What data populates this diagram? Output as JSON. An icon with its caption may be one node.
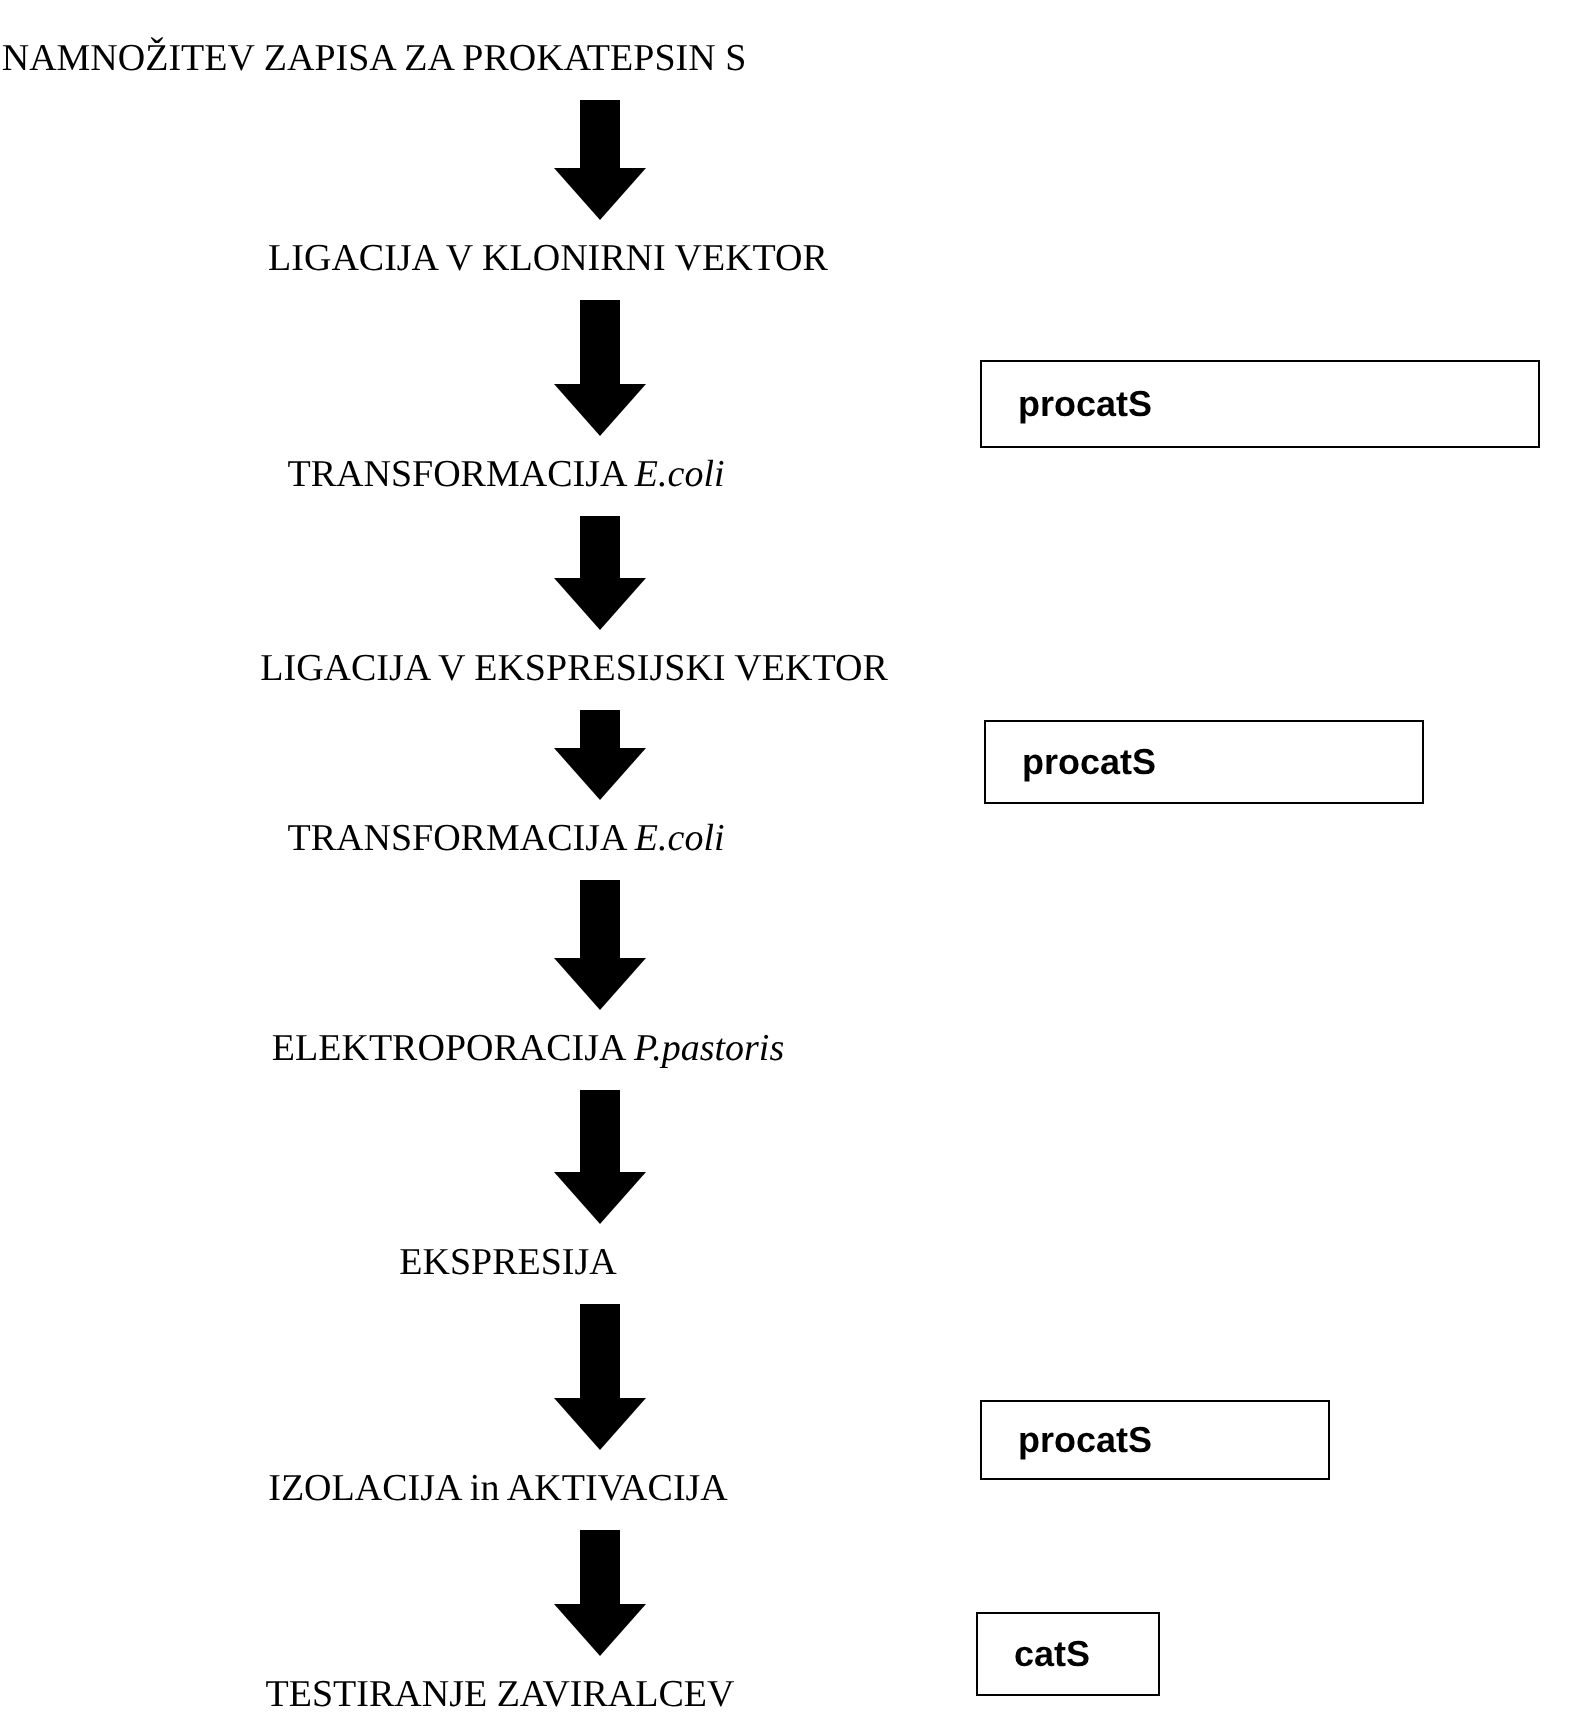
{
  "diagram": {
    "nodes": [
      {
        "text": [
          "NAMNOŽITEV ZAPISA ZA PROKATEPSIN S"
        ]
      },
      {
        "text": [
          "LIGACIJA V KLONIRNI VEKTOR"
        ]
      },
      {
        "text": [
          "TRANSFORMACIJA *E.coli*"
        ]
      },
      {
        "text": [
          "LIGACIJA V EKSPRESIJSKI VEKTOR"
        ]
      },
      {
        "text": [
          "TRANSFORMACIJA *E.coli*"
        ]
      },
      {
        "text": [
          "ELEKTROPORACIJA *P.pastoris*"
        ]
      },
      {
        "text": [
          "EKSPRESIJA"
        ]
      },
      {
        "text": [
          "IZOLACIJA in AKTIVACIJA"
        ]
      },
      {
        "text": [
          "TESTIRANJE ZAVIRALCEV"
        ]
      },
      {
        "text": [
          "procatS"
        ]
      },
      {
        "text": [
          "procatS"
        ]
      },
      {
        "text": [
          "procatS"
        ]
      },
      {
        "text": [
          "catS"
        ]
      }
    ],
    "edges": [
      {
        "from": 0,
        "to": 1,
        "arrow": "to"
      },
      {
        "from": 1,
        "to": 2,
        "arrow": "to"
      },
      {
        "from": 2,
        "to": 3,
        "arrow": "to"
      },
      {
        "from": 3,
        "to": 4,
        "arrow": "to"
      },
      {
        "from": 4,
        "to": 5,
        "arrow": "to"
      },
      {
        "from": 5,
        "to": 6,
        "arrow": "to"
      },
      {
        "from": 6,
        "to": 7,
        "arrow": "to"
      },
      {
        "from": 7,
        "to": 8,
        "arrow": "to"
      }
    ]
  }
}
